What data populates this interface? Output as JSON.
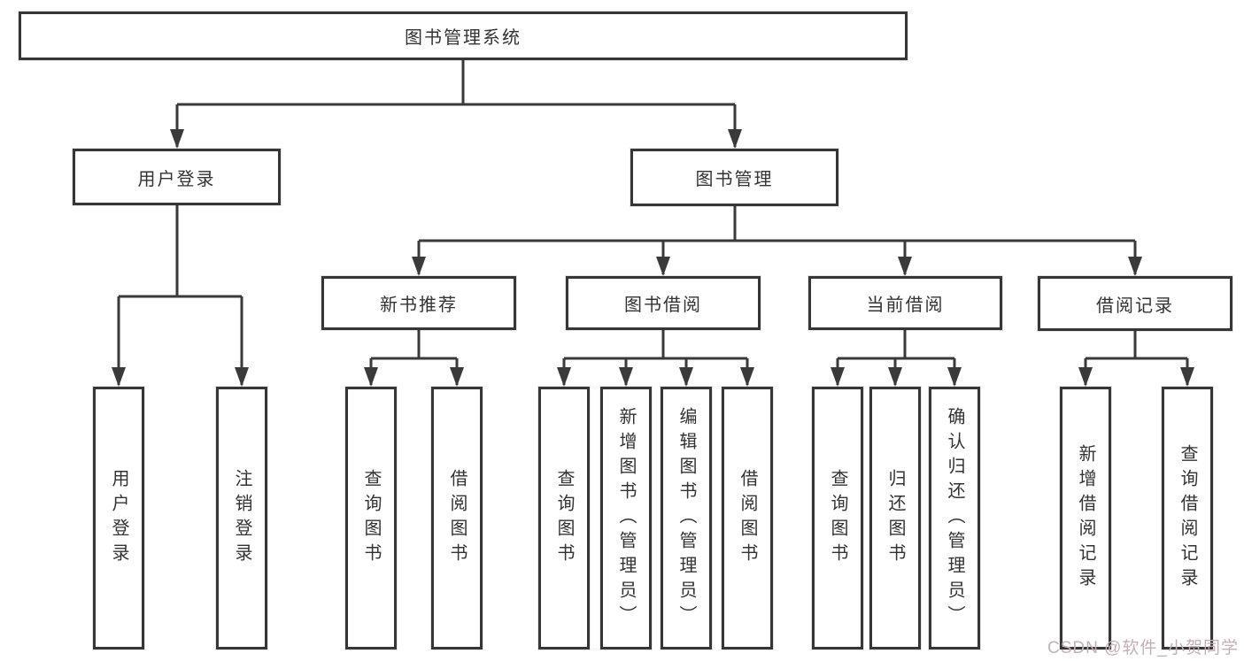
{
  "tree": {
    "root": {
      "label": "图书管理系统",
      "children": [
        {
          "label": "用户登录",
          "children": [
            {
              "label": "用户登录"
            },
            {
              "label": "注销登录"
            }
          ]
        },
        {
          "label": "图书管理",
          "children": [
            {
              "label": "新书推荐",
              "children": [
                {
                  "label": "查询图书"
                },
                {
                  "label": "借阅图书"
                }
              ]
            },
            {
              "label": "图书借阅",
              "children": [
                {
                  "label": "查询图书"
                },
                {
                  "label": "新增图书（管理员）"
                },
                {
                  "label": "编辑图书（管理员）"
                },
                {
                  "label": "借阅图书"
                }
              ]
            },
            {
              "label": "当前借阅",
              "children": [
                {
                  "label": "查询图书"
                },
                {
                  "label": "归还图书"
                },
                {
                  "label": "确认归还（管理员）"
                }
              ]
            },
            {
              "label": "借阅记录",
              "children": [
                {
                  "label": "新增借阅记录"
                },
                {
                  "label": "查询借阅记录"
                }
              ]
            }
          ]
        }
      ]
    }
  },
  "watermark": {
    "text": "CSDN @软件_小贺同学",
    "color": "#c2b0b4"
  },
  "colors": {
    "line": "#3a3a3a",
    "box_border": "#363636",
    "text": "#333333",
    "background": "#ffffff"
  }
}
